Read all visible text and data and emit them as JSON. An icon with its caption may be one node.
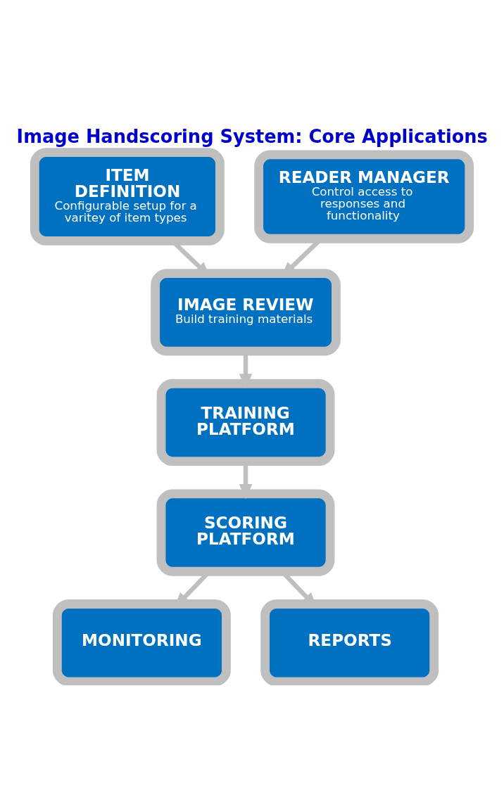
{
  "diagram": {
    "title": "Image Handscoring System: Core Applications",
    "nodes": [
      {
        "text": [
          "ITEM DEFINITION",
          "Configurable setup for a varitey of item types"
        ]
      },
      {
        "text": [
          "READER MANAGER",
          "Control access to responses and functionality"
        ]
      },
      {
        "text": [
          "IMAGE REVIEW",
          "Build training materials"
        ]
      },
      {
        "text": [
          "TRAINING PLATFORM"
        ]
      },
      {
        "text": [
          "SCORING PLATFORM"
        ]
      },
      {
        "text": [
          "MONITORING"
        ]
      },
      {
        "text": [
          "REPORTS"
        ]
      }
    ],
    "edges": [
      {
        "from": 0,
        "to": 2,
        "arrow": "to"
      },
      {
        "from": 1,
        "to": 2,
        "arrow": "to"
      },
      {
        "from": 2,
        "to": 3,
        "arrow": "to"
      },
      {
        "from": 3,
        "to": 4,
        "arrow": "to"
      },
      {
        "from": 4,
        "to": 5,
        "arrow": "to"
      },
      {
        "from": 4,
        "to": 6,
        "arrow": "to"
      }
    ]
  }
}
